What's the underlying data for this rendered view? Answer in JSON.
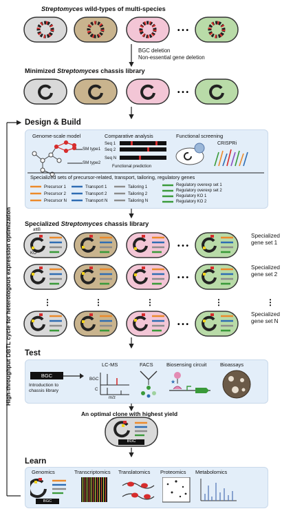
{
  "colors": {
    "gray": "#d9d9d9",
    "tan": "#c9b48e",
    "pink": "#f3c6d6",
    "green": "#b9dba8",
    "panel": "#e3eef9",
    "orange": "#ec8a2a",
    "blue": "#2f6db3",
    "grey_gene": "#8c8c8c",
    "green_gene": "#3a9a3a",
    "red": "#d62d2d",
    "yellow": "#f2d21b"
  },
  "top_header": {
    "italic": "Streptomyces",
    "rest": " wild-types of multi-species"
  },
  "step1_lines": [
    "BGC deletion",
    "Non-essential gene deletion"
  ],
  "chassis_header": {
    "pre": "Minimized ",
    "italic": "Streptomyces",
    "post": " chassis library"
  },
  "dbtl_label": "High-throughput DBTL cycle for heterologous expression optimization",
  "design_build": {
    "title": "Design & Build",
    "gsm_title": "Genome-scale model",
    "sm1": "SM type1",
    "sm2": "SM type2",
    "comp_title": "Comparative analysis",
    "seq1": "Seq 1",
    "seq2": "Seq 2",
    "seqn": "Seq N",
    "func_pred": "Functional prediction",
    "screen_title": "Functional screening",
    "crispri": "CRISPRi",
    "specialized_sets": "Specialized sets of precursor-related, transport, tailoring, regulatory genes",
    "precursors": [
      "Precursor 1",
      "Precursor 2",
      "Precursor N"
    ],
    "transports": [
      "Transport 1",
      "Transport 2",
      "Transport N"
    ],
    "tailorings": [
      "Tailoring 1",
      "Tailoring 2",
      "Tailoring N"
    ],
    "regulatory": [
      "Regulatory overexp set 1",
      "Regulatory overexp set 2",
      "Regulatory KO 1",
      "Regulatory KO 2"
    ]
  },
  "spec_header": {
    "pre": "Specialized ",
    "italic": "Streptomyces",
    "post": " chassis library"
  },
  "attB": "attB",
  "ko": "KO",
  "gene_sets": [
    "Specialized\ngene set 1",
    "Specialized\ngene set 2",
    "Specialized\ngene set N"
  ],
  "ellipsis": "• • •",
  "vdots": "⋮",
  "test": {
    "title": "Test",
    "bgc": "BGC",
    "intro": "Introduction to\nchassis library",
    "lcms": "LC-MS",
    "bgc_axis": "BGC",
    "c_axis": "C",
    "mz": "m/z",
    "facs": "FACS",
    "biosensing": "Biosensing circuit",
    "bioassays": "Bioassays"
  },
  "optimal": "An optimal clone with highest yield",
  "clone_bgc": "BGC",
  "learn": {
    "title": "Learn",
    "genomics": "Genomics",
    "transcriptomics": "Transcriptomics",
    "translatomics": "Translatomics",
    "proteomics": "Proteomics",
    "metabolomics": "Metabolomics",
    "bgc": "BGC"
  }
}
